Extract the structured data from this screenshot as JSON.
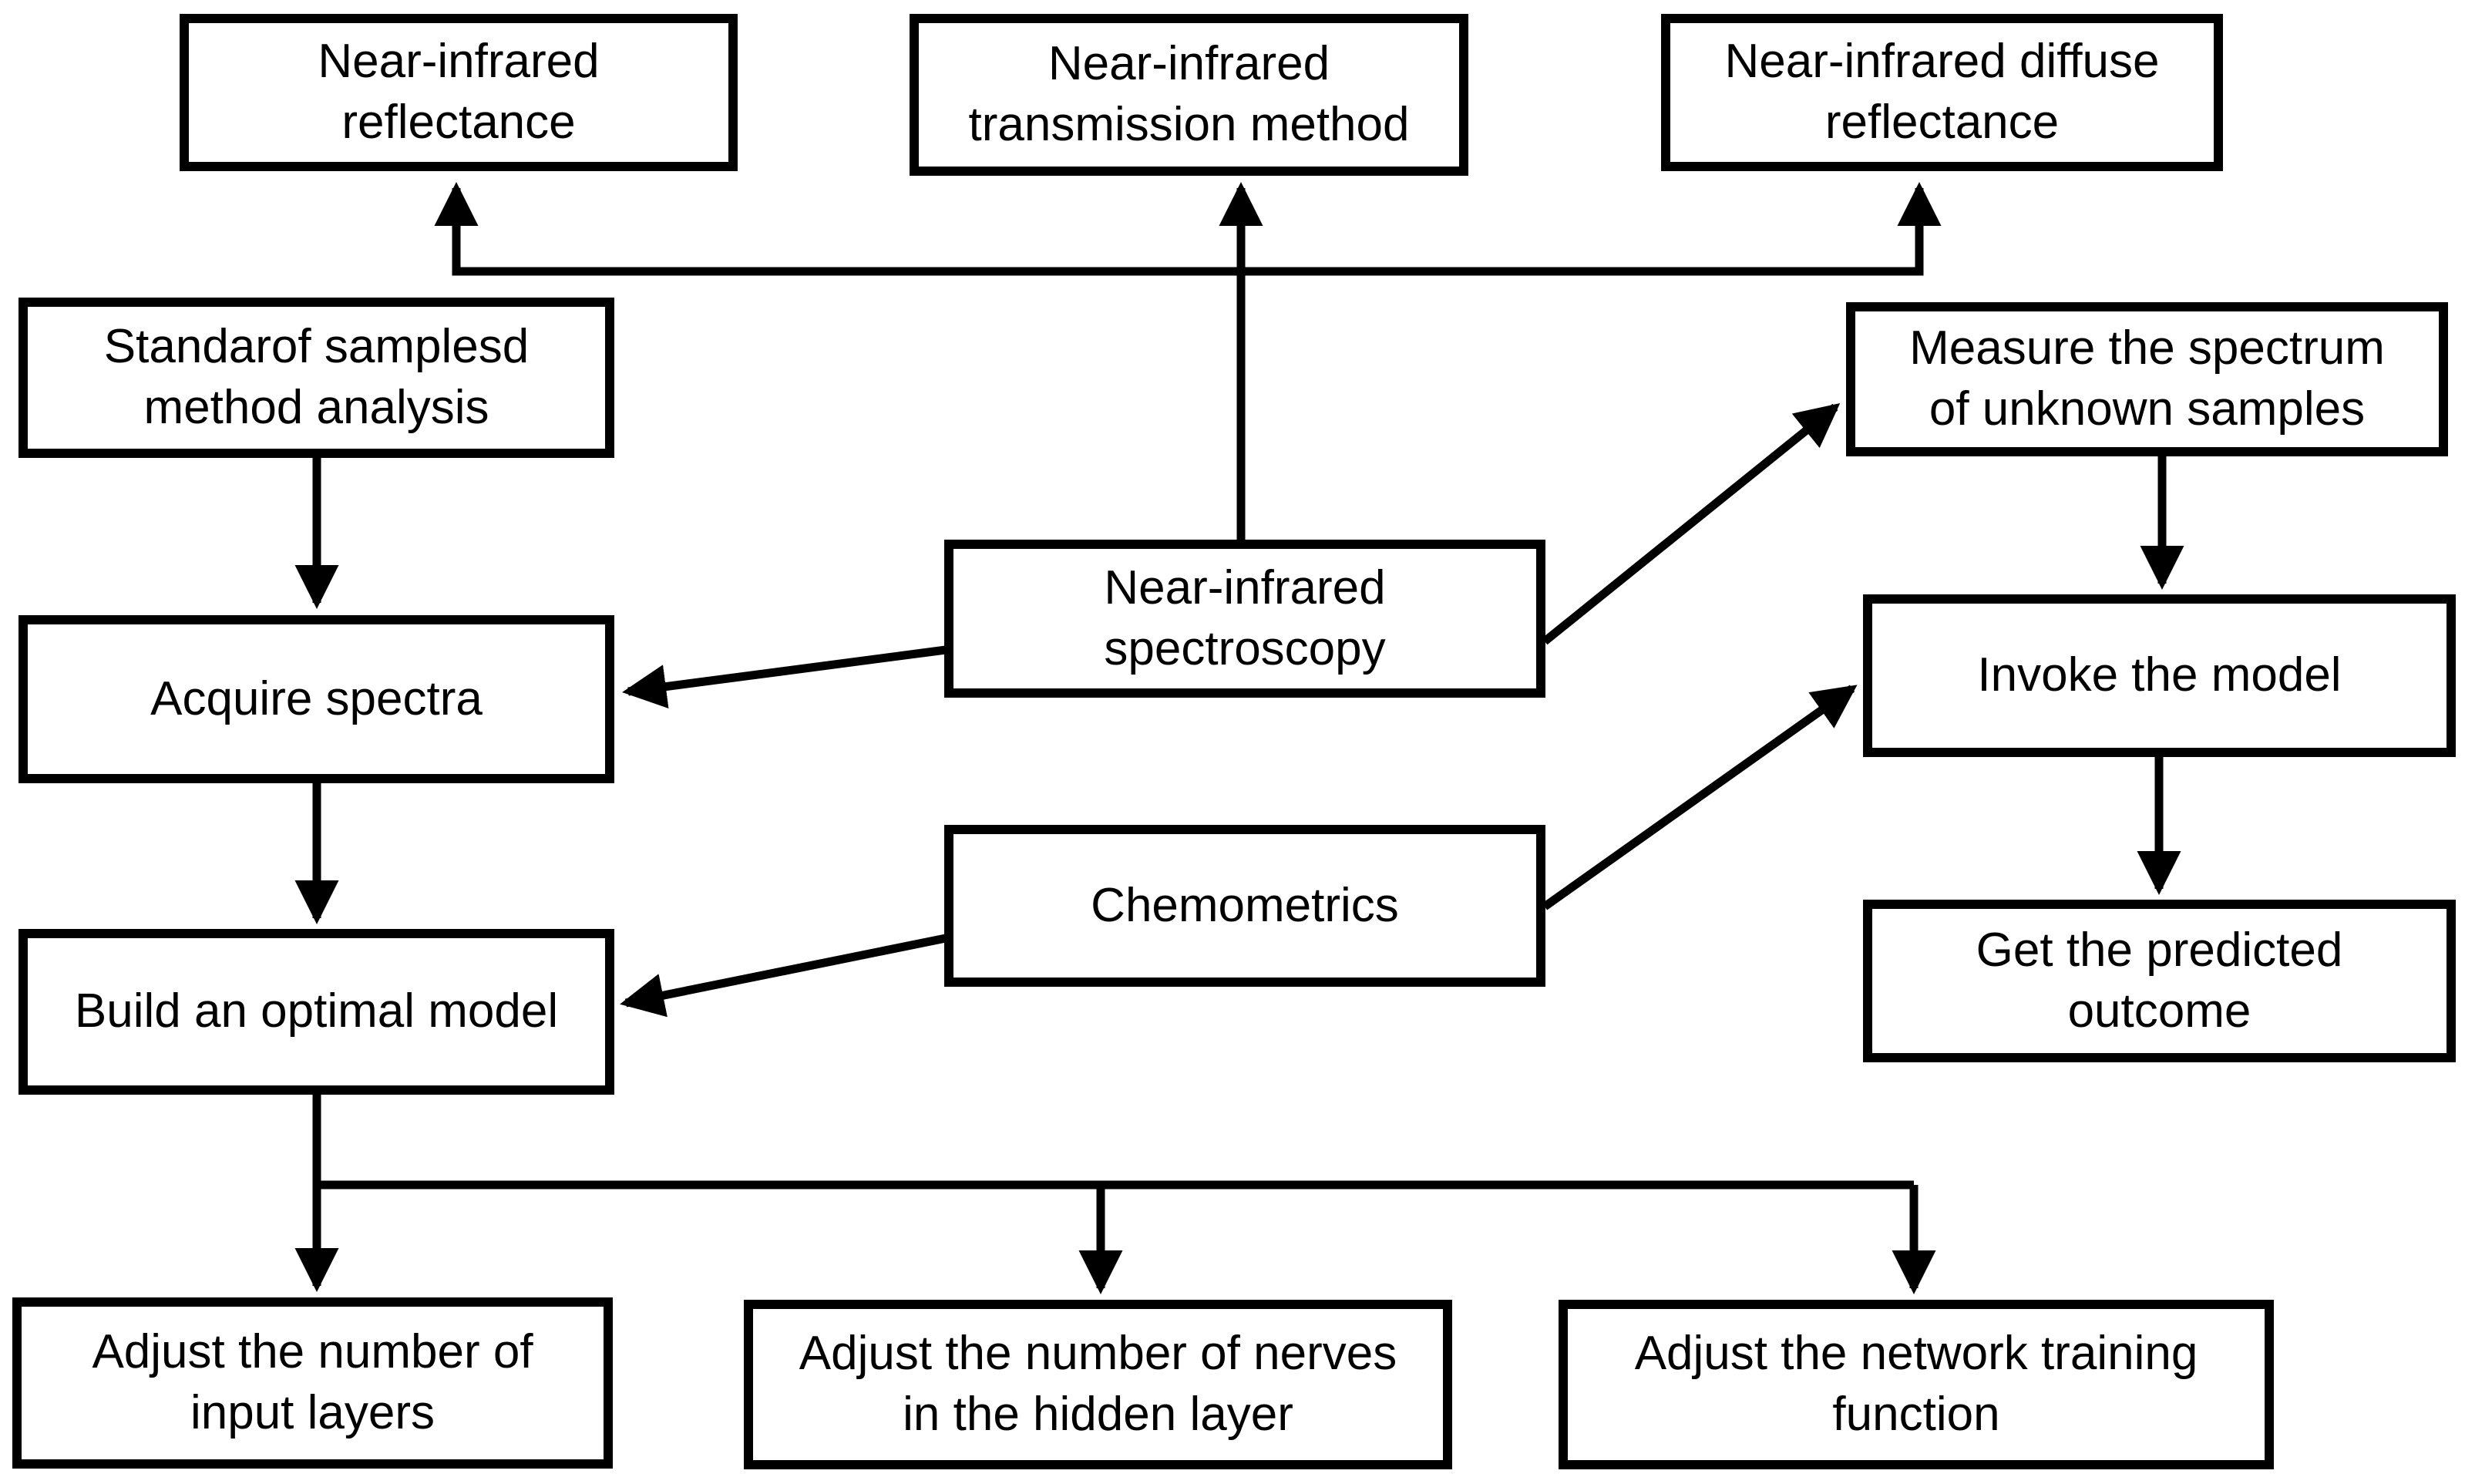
{
  "figure": {
    "type": "flowchart",
    "background_color": "#ffffff",
    "box_fill_color": "#ffffff",
    "box_border_color": "#000000",
    "arrow_color": "#000000",
    "text_color": "#000000"
  },
  "nodes": {
    "nir_reflectance": "Near-infrared\nreflectance",
    "nir_transmission": "Near-infrared\ntransmission method",
    "nir_diffuse": "Near-infrared diffuse\nreflectance",
    "standard_samples": "Standarof samplesd\nmethod analysis",
    "measure_spectrum": "Measure the spectrum\nof unknown samples",
    "nir_spectroscopy": "Near-infrared\nspectroscopy",
    "acquire_spectra": "Acquire spectra",
    "invoke_model": "Invoke the model",
    "chemometrics": "Chemometrics",
    "build_model": "Build an optimal model",
    "predicted_outcome": "Get the predicted\noutcome",
    "adjust_input": "Adjust the number of\ninput layers",
    "adjust_nerves": "Adjust the number of nerves\nin the hidden layer",
    "adjust_training": "Adjust the network training\nfunction"
  },
  "edges": [
    {
      "from": "nir_spectroscopy",
      "to": "nir_reflectance"
    },
    {
      "from": "nir_spectroscopy",
      "to": "nir_transmission"
    },
    {
      "from": "nir_spectroscopy",
      "to": "nir_diffuse"
    },
    {
      "from": "standard_samples",
      "to": "acquire_spectra"
    },
    {
      "from": "nir_spectroscopy",
      "to": "acquire_spectra"
    },
    {
      "from": "nir_spectroscopy",
      "to": "measure_spectrum"
    },
    {
      "from": "measure_spectrum",
      "to": "invoke_model"
    },
    {
      "from": "chemometrics",
      "to": "invoke_model"
    },
    {
      "from": "chemometrics",
      "to": "build_model"
    },
    {
      "from": "acquire_spectra",
      "to": "build_model"
    },
    {
      "from": "invoke_model",
      "to": "predicted_outcome"
    },
    {
      "from": "build_model",
      "to": "adjust_input"
    },
    {
      "from": "build_model",
      "to": "adjust_nerves"
    },
    {
      "from": "build_model",
      "to": "adjust_training"
    }
  ]
}
